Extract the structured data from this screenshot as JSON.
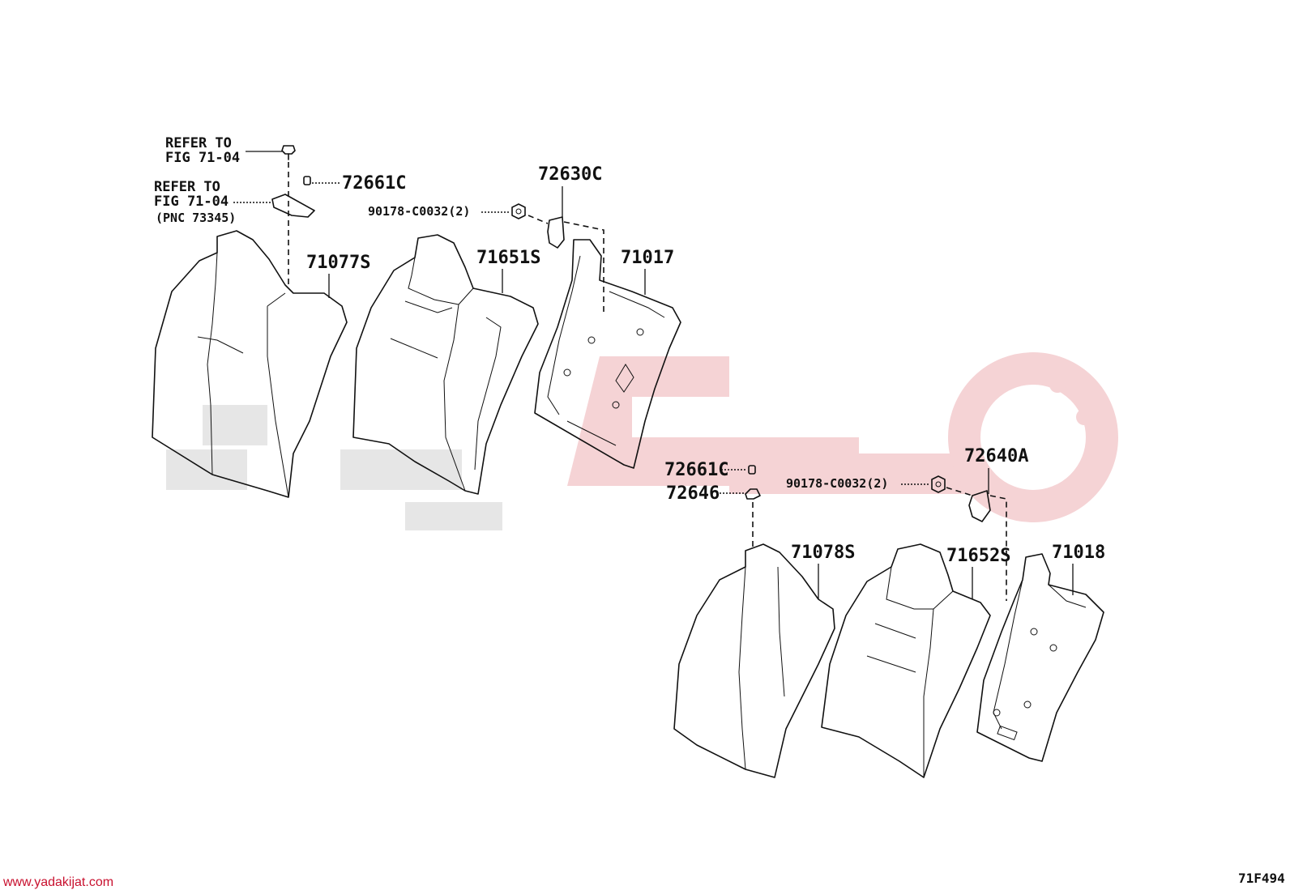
{
  "footer": {
    "website": "www.yadakijat.com",
    "figure_code": "71F494"
  },
  "refs": {
    "top_ref_line1": "REFER TO",
    "top_ref_line2": "FIG 71-04",
    "mid_ref_line1": "REFER TO",
    "mid_ref_line2": "FIG 71-04",
    "mid_ref_line3": "(PNC 73345)"
  },
  "labels": {
    "p72661c_upper": "72661C",
    "p72630c": "72630C",
    "p90178_upper": "90178-C0032(2)",
    "p71077s": "71077S",
    "p71651s": "71651S",
    "p71017": "71017",
    "p72661c_lower": "72661C",
    "p72646": "72646",
    "p90178_lower": "90178-C0032(2)",
    "p72640a": "72640A",
    "p71078s": "71078S",
    "p71652s": "71652S",
    "p71018": "71018"
  },
  "colors": {
    "line": "#111111",
    "watermark_gray": "#e4e4e4",
    "watermark_red": "#f3c7ca"
  }
}
